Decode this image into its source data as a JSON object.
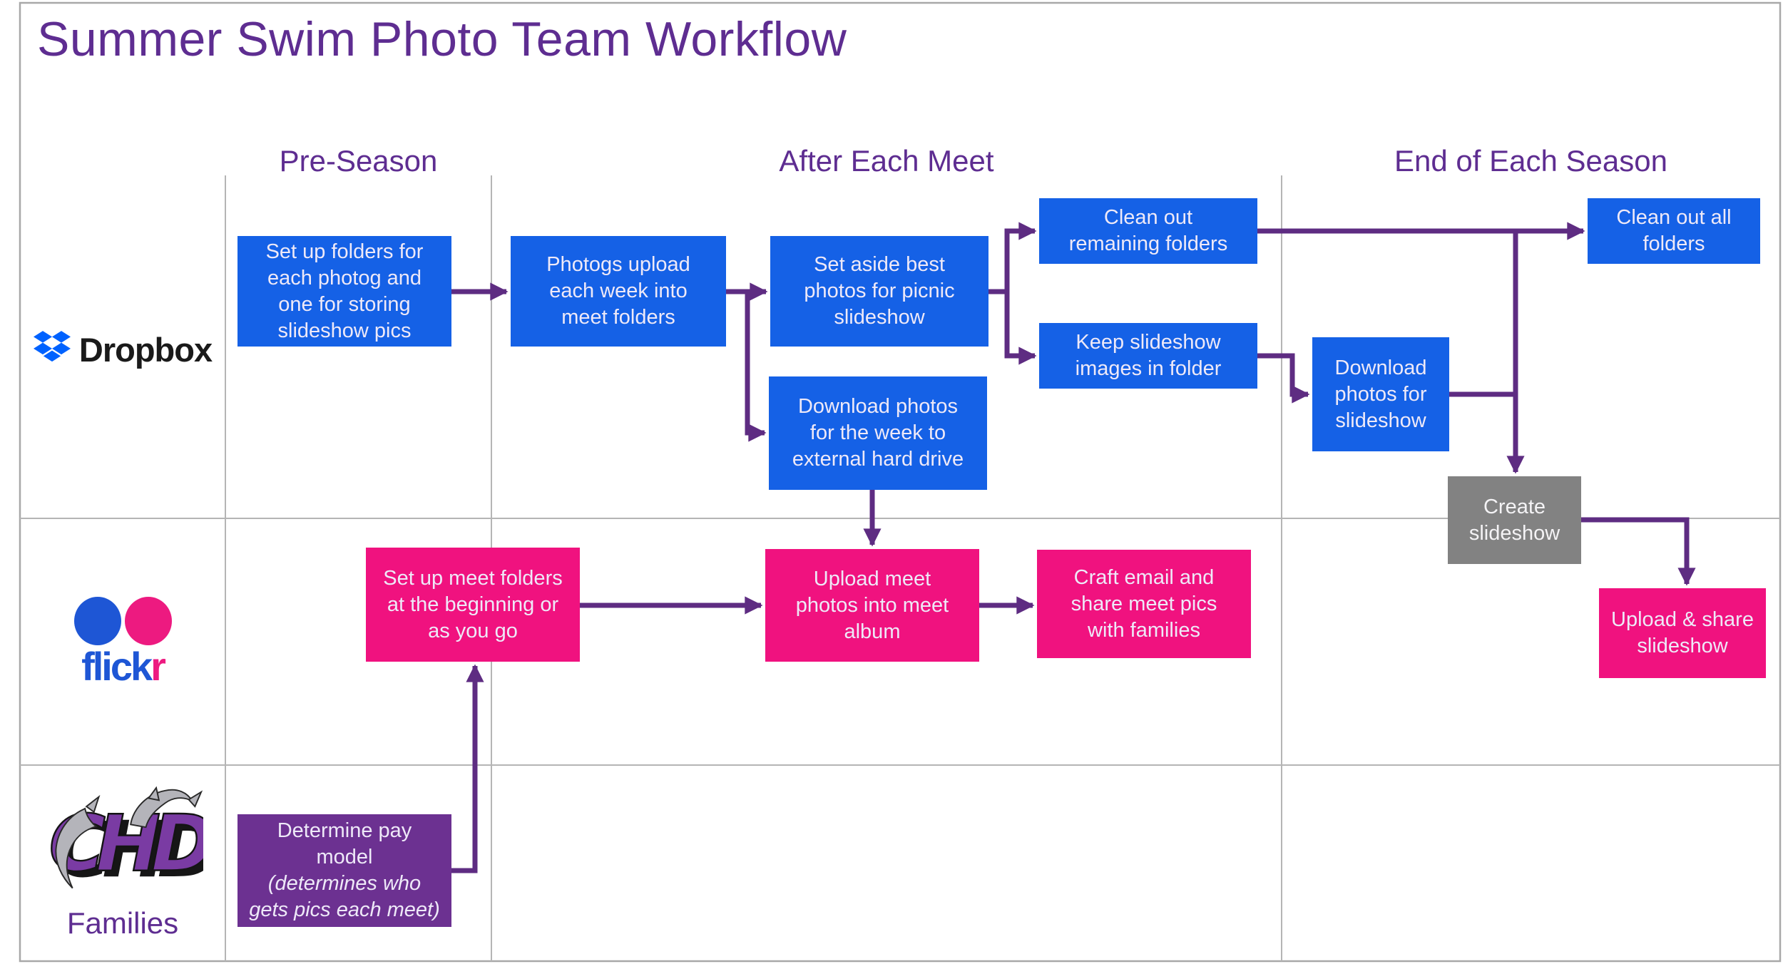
{
  "title": "Summer Swim Photo Team Workflow",
  "columns": [
    {
      "id": "pre-season",
      "label": "Pre-Season"
    },
    {
      "id": "after-each-meet",
      "label": "After Each Meet"
    },
    {
      "id": "end-of-season",
      "label": "End of Each Season"
    }
  ],
  "lanes": [
    {
      "id": "dropbox",
      "label": "Dropbox",
      "icon": "dropbox-glyph-icon"
    },
    {
      "id": "flickr",
      "wordmark_blue": "flick",
      "wordmark_pink": "r",
      "icon": "flickr-dots-icon"
    },
    {
      "id": "families",
      "label": "Families",
      "logo_text": "CHD",
      "icon": "chd-dolphins-logo-icon"
    }
  ],
  "nodes": [
    {
      "id": "setup-folders",
      "lane": "dropbox",
      "fill": "blue",
      "label": "Set up folders for\neach photog and\none for storing\nslideshow pics"
    },
    {
      "id": "photogs-upload",
      "lane": "dropbox",
      "fill": "blue",
      "label": "Photogs upload\neach week into\nmeet folders"
    },
    {
      "id": "set-aside-best",
      "lane": "dropbox",
      "fill": "blue",
      "label": "Set aside best\nphotos for picnic\nslideshow"
    },
    {
      "id": "download-week",
      "lane": "dropbox",
      "fill": "blue",
      "label": "Download photos\nfor the week to\nexternal hard drive"
    },
    {
      "id": "clean-remaining",
      "lane": "dropbox",
      "fill": "blue",
      "label": "Clean out\nremaining folders"
    },
    {
      "id": "keep-slideshow",
      "lane": "dropbox",
      "fill": "blue",
      "label": "Keep slideshow\nimages in folder"
    },
    {
      "id": "download-slideshow",
      "lane": "dropbox",
      "fill": "blue",
      "label": "Download\nphotos for\nslideshow"
    },
    {
      "id": "clean-all",
      "lane": "dropbox",
      "fill": "blue",
      "label": "Clean out all\nfolders"
    },
    {
      "id": "create-slideshow",
      "lane": "dropbox",
      "fill": "gray",
      "label": "Create\nslideshow"
    },
    {
      "id": "upload-share",
      "lane": "flickr",
      "fill": "pink",
      "label": "Upload & share\nslideshow"
    },
    {
      "id": "meet-folders",
      "lane": "flickr",
      "fill": "pink",
      "label": "Set up meet folders\nat the beginning or\nas you go"
    },
    {
      "id": "upload-meet",
      "lane": "flickr",
      "fill": "pink",
      "label": "Upload meet\nphotos into meet\nalbum"
    },
    {
      "id": "craft-email",
      "lane": "flickr",
      "fill": "pink",
      "label": "Craft email and\nshare meet pics\nwith families"
    },
    {
      "id": "pay-model",
      "lane": "families",
      "fill": "purple",
      "label": "Determine pay\nmodel",
      "note": "(determines who\ngets pics each meet)"
    }
  ],
  "edges": [
    {
      "from": "setup-folders",
      "to": "photogs-upload"
    },
    {
      "from": "photogs-upload",
      "to": "set-aside-best"
    },
    {
      "from": "photogs-upload",
      "to": "download-week"
    },
    {
      "from": "set-aside-best",
      "to": "clean-remaining"
    },
    {
      "from": "set-aside-best",
      "to": "keep-slideshow"
    },
    {
      "from": "clean-remaining",
      "to": "clean-all"
    },
    {
      "from": "clean-remaining",
      "to": "create-slideshow"
    },
    {
      "from": "keep-slideshow",
      "to": "download-slideshow"
    },
    {
      "from": "download-slideshow",
      "to": "create-slideshow"
    },
    {
      "from": "create-slideshow",
      "to": "upload-share"
    },
    {
      "from": "download-week",
      "to": "upload-meet"
    },
    {
      "from": "meet-folders",
      "to": "upload-meet"
    },
    {
      "from": "upload-meet",
      "to": "craft-email"
    },
    {
      "from": "pay-model",
      "to": "meet-folders"
    }
  ],
  "colors": {
    "heading_purple": "#5E2D91",
    "arrow_purple": "#5E2C82",
    "box_blue": "#1561E6",
    "box_pink": "#F0127F",
    "box_purple": "#6C3191",
    "box_gray": "#828282",
    "grid_gray": "#B5B5B5",
    "dropbox_blue": "#0062FF",
    "flickr_blue": "#1E56D5",
    "flickr_pink": "#ED1A80",
    "chd_purple": "#7A3BA3"
  }
}
